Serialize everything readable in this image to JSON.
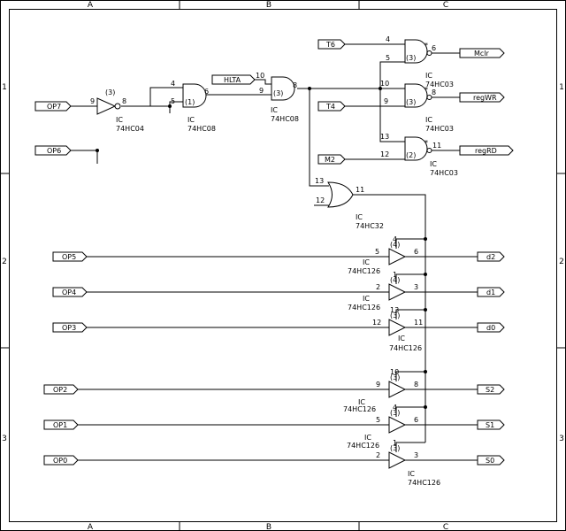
{
  "frame": {
    "columns": [
      "A",
      "B",
      "C"
    ],
    "rows": [
      "1",
      "2",
      "3"
    ]
  },
  "ports": {
    "in_op7": "OP7",
    "in_op6": "OP6",
    "in_hlta": "HLTA",
    "in_t6": "T6",
    "in_t4": "T4",
    "in_m2": "M2",
    "in_op5": "OP5",
    "in_op4": "OP4",
    "in_op3": "OP3",
    "in_op2": "OP2",
    "in_op1": "OP1",
    "in_op0": "OP0",
    "out_mclr": "Mclr",
    "out_regwr": "regWR",
    "out_regrd": "regRD",
    "out_d2": "d2",
    "out_d1": "d1",
    "out_d0": "d0",
    "out_s2": "S2",
    "out_s1": "S1",
    "out_s0": "S0"
  },
  "gates": {
    "inv": {
      "ic": "IC",
      "part": "74HC04",
      "unit": "(3)",
      "pin_in": "9",
      "pin_out": "8"
    },
    "and1": {
      "ic": "IC",
      "part": "74HC08",
      "unit": "(1)",
      "pin_a": "4",
      "pin_b": "5",
      "pin_out": "6"
    },
    "and3": {
      "ic": "IC",
      "part": "74HC08",
      "unit": "(3)",
      "pin_a": "10",
      "pin_b": "9",
      "pin_out": "8"
    },
    "nand_mclr": {
      "ic": "IC",
      "part": "74HC03",
      "unit": "(3)",
      "pin_a": "4",
      "pin_b": "5",
      "pin_out": "6",
      "mark": "*"
    },
    "nand_regwr": {
      "ic": "IC",
      "part": "74HC03",
      "unit": "(3)",
      "pin_a": "10",
      "pin_b": "9",
      "pin_out": "8",
      "mark": "*"
    },
    "nand_regrd": {
      "ic": "IC",
      "part": "74HC03",
      "unit": "(2)",
      "pin_a": "13",
      "pin_b": "12",
      "pin_out": "11",
      "mark": "*"
    },
    "or": {
      "ic": "IC",
      "part": "74HC32",
      "pin_a": "13",
      "pin_b": "12",
      "pin_out": "11"
    },
    "buf_d2": {
      "ic": "IC",
      "part": "74HC126",
      "unit": "(4)",
      "pin_in": "5",
      "pin_out": "6",
      "pin_en": "4"
    },
    "buf_d1": {
      "ic": "IC",
      "part": "74HC126",
      "unit": "(4)",
      "pin_in": "2",
      "pin_out": "3",
      "pin_en": "1"
    },
    "buf_d0": {
      "ic": "IC",
      "part": "74HC126",
      "unit": "(3)",
      "pin_in": "12",
      "pin_out": "11",
      "pin_en": "13"
    },
    "buf_s2": {
      "ic": "IC",
      "part": "74HC126",
      "unit": "(3)",
      "pin_in": "9",
      "pin_out": "8",
      "pin_en": "10"
    },
    "buf_s1": {
      "ic": "IC",
      "part": "74HC126",
      "unit": "(3)",
      "pin_in": "5",
      "pin_out": "6",
      "pin_en": "4"
    },
    "buf_s0": {
      "ic": "IC",
      "part": "74HC126",
      "unit": "(3)",
      "pin_in": "2",
      "pin_out": "3",
      "pin_en": "1"
    }
  }
}
